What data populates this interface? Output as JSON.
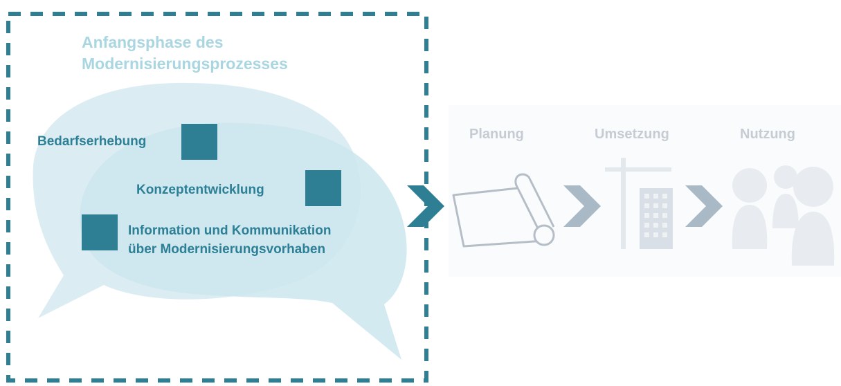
{
  "phase": {
    "title_line1": "Anfangsphase des",
    "title_line2": "Modernisierungsprozesses"
  },
  "items": [
    {
      "label": "Bedarfserhebung"
    },
    {
      "label": "Konzeptentwicklung"
    },
    {
      "label_line1": "Information und Kommunikation",
      "label_line2": "über Modernisierungsvorhaben"
    }
  ],
  "stages": [
    {
      "label": "Planung",
      "icon": "rolled-plan-icon"
    },
    {
      "label": "Umsetzung",
      "icon": "construction-crane-building-icon"
    },
    {
      "label": "Nutzung",
      "icon": "people-icon"
    }
  ],
  "colors": {
    "accent": "#2f7f94",
    "bubble_light": "#dbedf2",
    "bubble_mid": "#c4e3eb",
    "title": "#a9d6e1",
    "faded": "#c6ccd3",
    "panel": "#fafbfc"
  }
}
